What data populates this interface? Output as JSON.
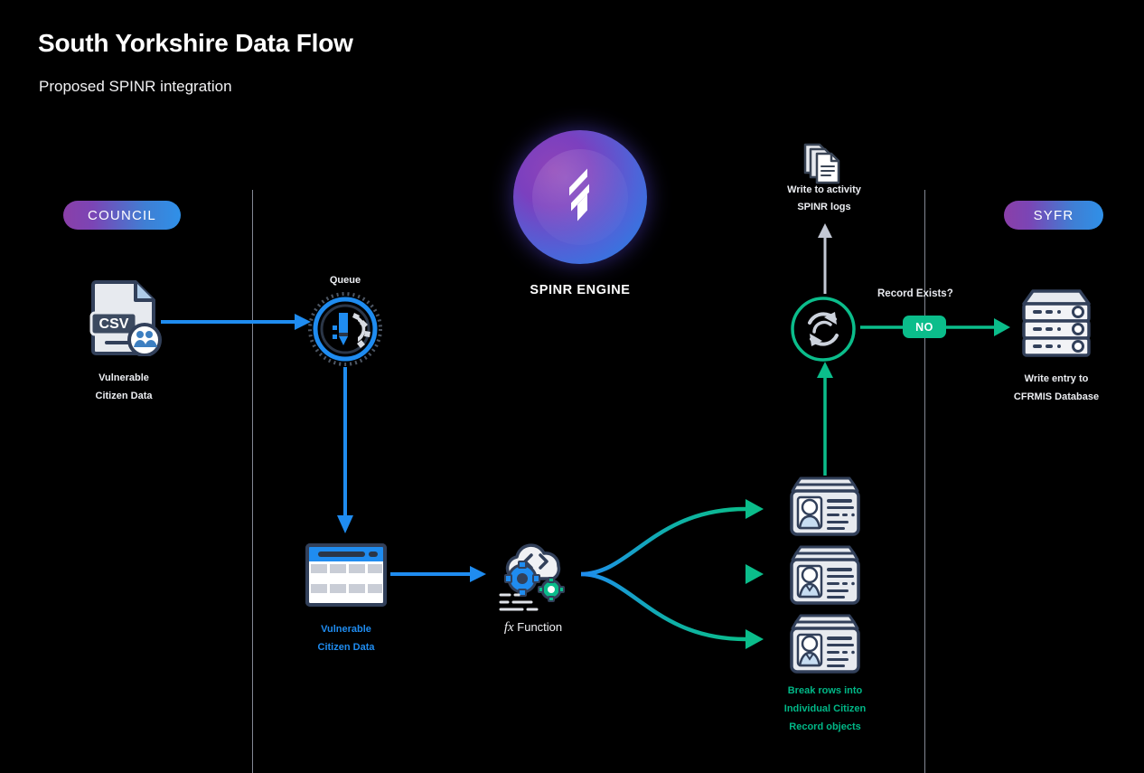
{
  "header": {
    "title": "South Yorkshire Data Flow",
    "subtitle": "Proposed SPINR integration"
  },
  "lanes": [
    {
      "name": "council",
      "badge": "COUNCIL"
    },
    {
      "name": "syfr",
      "badge": "SYFR"
    }
  ],
  "engine": {
    "caption": "SPINR ENGINE",
    "icon": "spinr-bolt-logo"
  },
  "nodes": {
    "csv_source": {
      "icon": "csv-file-people-icon",
      "label": "Vulnerable\nCitizen Data"
    },
    "queue": {
      "icon": "queue-pencil-gear-icon",
      "label": "Queue"
    },
    "spreadsheet": {
      "icon": "spreadsheet-table-icon",
      "label": "Vulnerable\nCitizen Data"
    },
    "function": {
      "icon": "cloud-code-gears-icon",
      "label_prefix": "fx",
      "label": "Function"
    },
    "citizen_records": {
      "icon": "citizen-id-card-icon",
      "count": 3,
      "label": "Break rows into\nIndividual Citizen\nRecord objects"
    },
    "record_check": {
      "icon": "sync-refresh-icon",
      "condition_label": "Record Exists?",
      "decision_badge": "NO"
    },
    "activity_logs": {
      "icon": "stacked-documents-icon",
      "label": "Write to activity\nSPINR logs"
    },
    "database": {
      "icon": "server-database-icon",
      "label": "Write entry to\nCFRMIS Database"
    }
  },
  "colors": {
    "background": "#000000",
    "blue_arrow": "#1f8cf0",
    "green_arrow": "#0bbd8b",
    "gray_arrow": "#c3c8d4",
    "badge_gradient_start": "#8a3fa8",
    "badge_gradient_end": "#2f90e8",
    "lane_divider": "#9aa0ae",
    "icon_outline": "#3a4556",
    "icon_fill": "#e7eaef"
  }
}
